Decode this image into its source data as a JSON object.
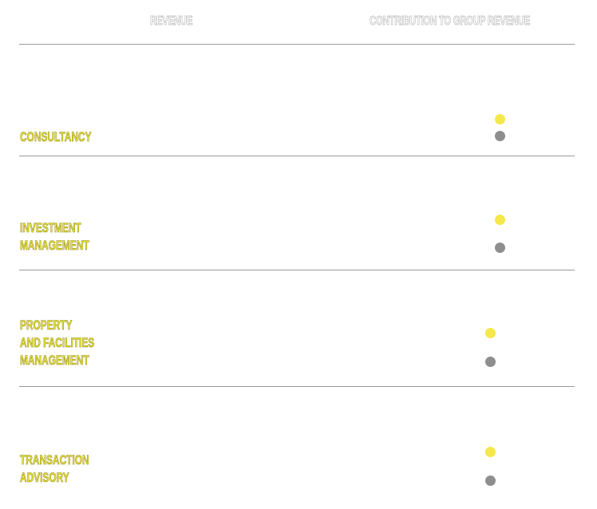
{
  "header": {
    "revenue_label": "REVENUE",
    "contribution_label": "CONTRIBUTION TO GROUP REVENUE"
  },
  "colors": {
    "label_yellow": "#e8e040",
    "dot_yellow": "#f4e84a",
    "dot_grey": "#8e8e8e",
    "rule_grey": "#9a9a9a",
    "header_grey": "#b5b5b5"
  },
  "segments": [
    {
      "lines": [
        "CONSULTANCY"
      ]
    },
    {
      "lines": [
        "INVESTMENT",
        "MANAGEMENT"
      ]
    },
    {
      "lines": [
        "PROPERTY",
        "AND FACILITIES",
        "MANAGEMENT"
      ]
    },
    {
      "lines": [
        "TRANSACTION",
        "ADVISORY"
      ]
    }
  ]
}
